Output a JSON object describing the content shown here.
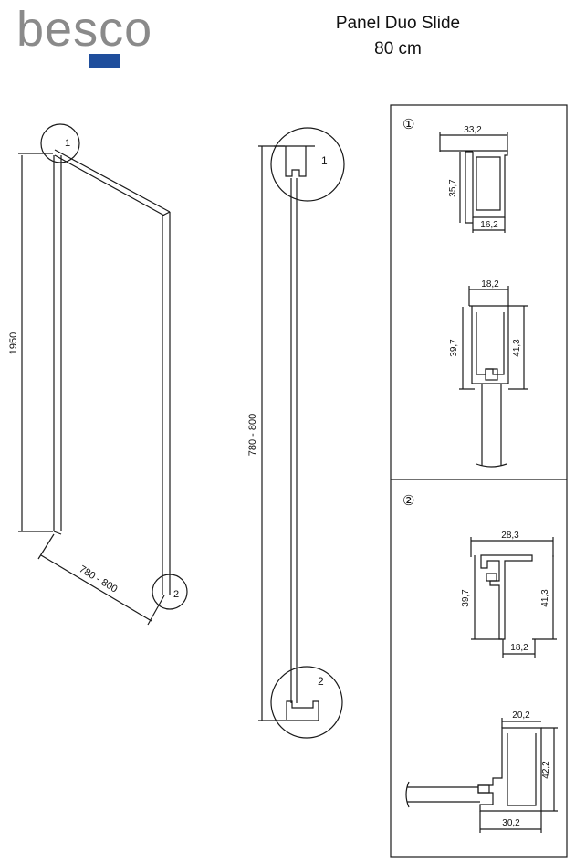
{
  "brand": {
    "name": "besco",
    "text_color": "#8a8a8a",
    "accent_color": "#1f4e9c"
  },
  "header": {
    "product": "Panel Duo Slide",
    "size": "80 cm"
  },
  "colors": {
    "line": "#1a1a1a",
    "glass": "#555555"
  },
  "views": {
    "iso": {
      "height_dim": "1950",
      "width_dim": "780 - 800",
      "callout_top": "1",
      "callout_bottom": "2"
    },
    "front": {
      "width_dim": "780 - 800",
      "callout_top": "1",
      "callout_bottom": "2"
    }
  },
  "details": {
    "section1": {
      "marker": "①",
      "profile_a": {
        "top": "33,2",
        "side": "35,7",
        "bottom": "16,2"
      },
      "profile_b": {
        "top": "18,2",
        "left": "39,7",
        "right": "41,3"
      }
    },
    "section2": {
      "marker": "②",
      "profile_a": {
        "top": "28,3",
        "left": "39,7",
        "right": "41,3",
        "bottom": "18,2"
      },
      "profile_b": {
        "top": "20,2",
        "right": "42,2",
        "bottom": "30,2"
      }
    }
  }
}
